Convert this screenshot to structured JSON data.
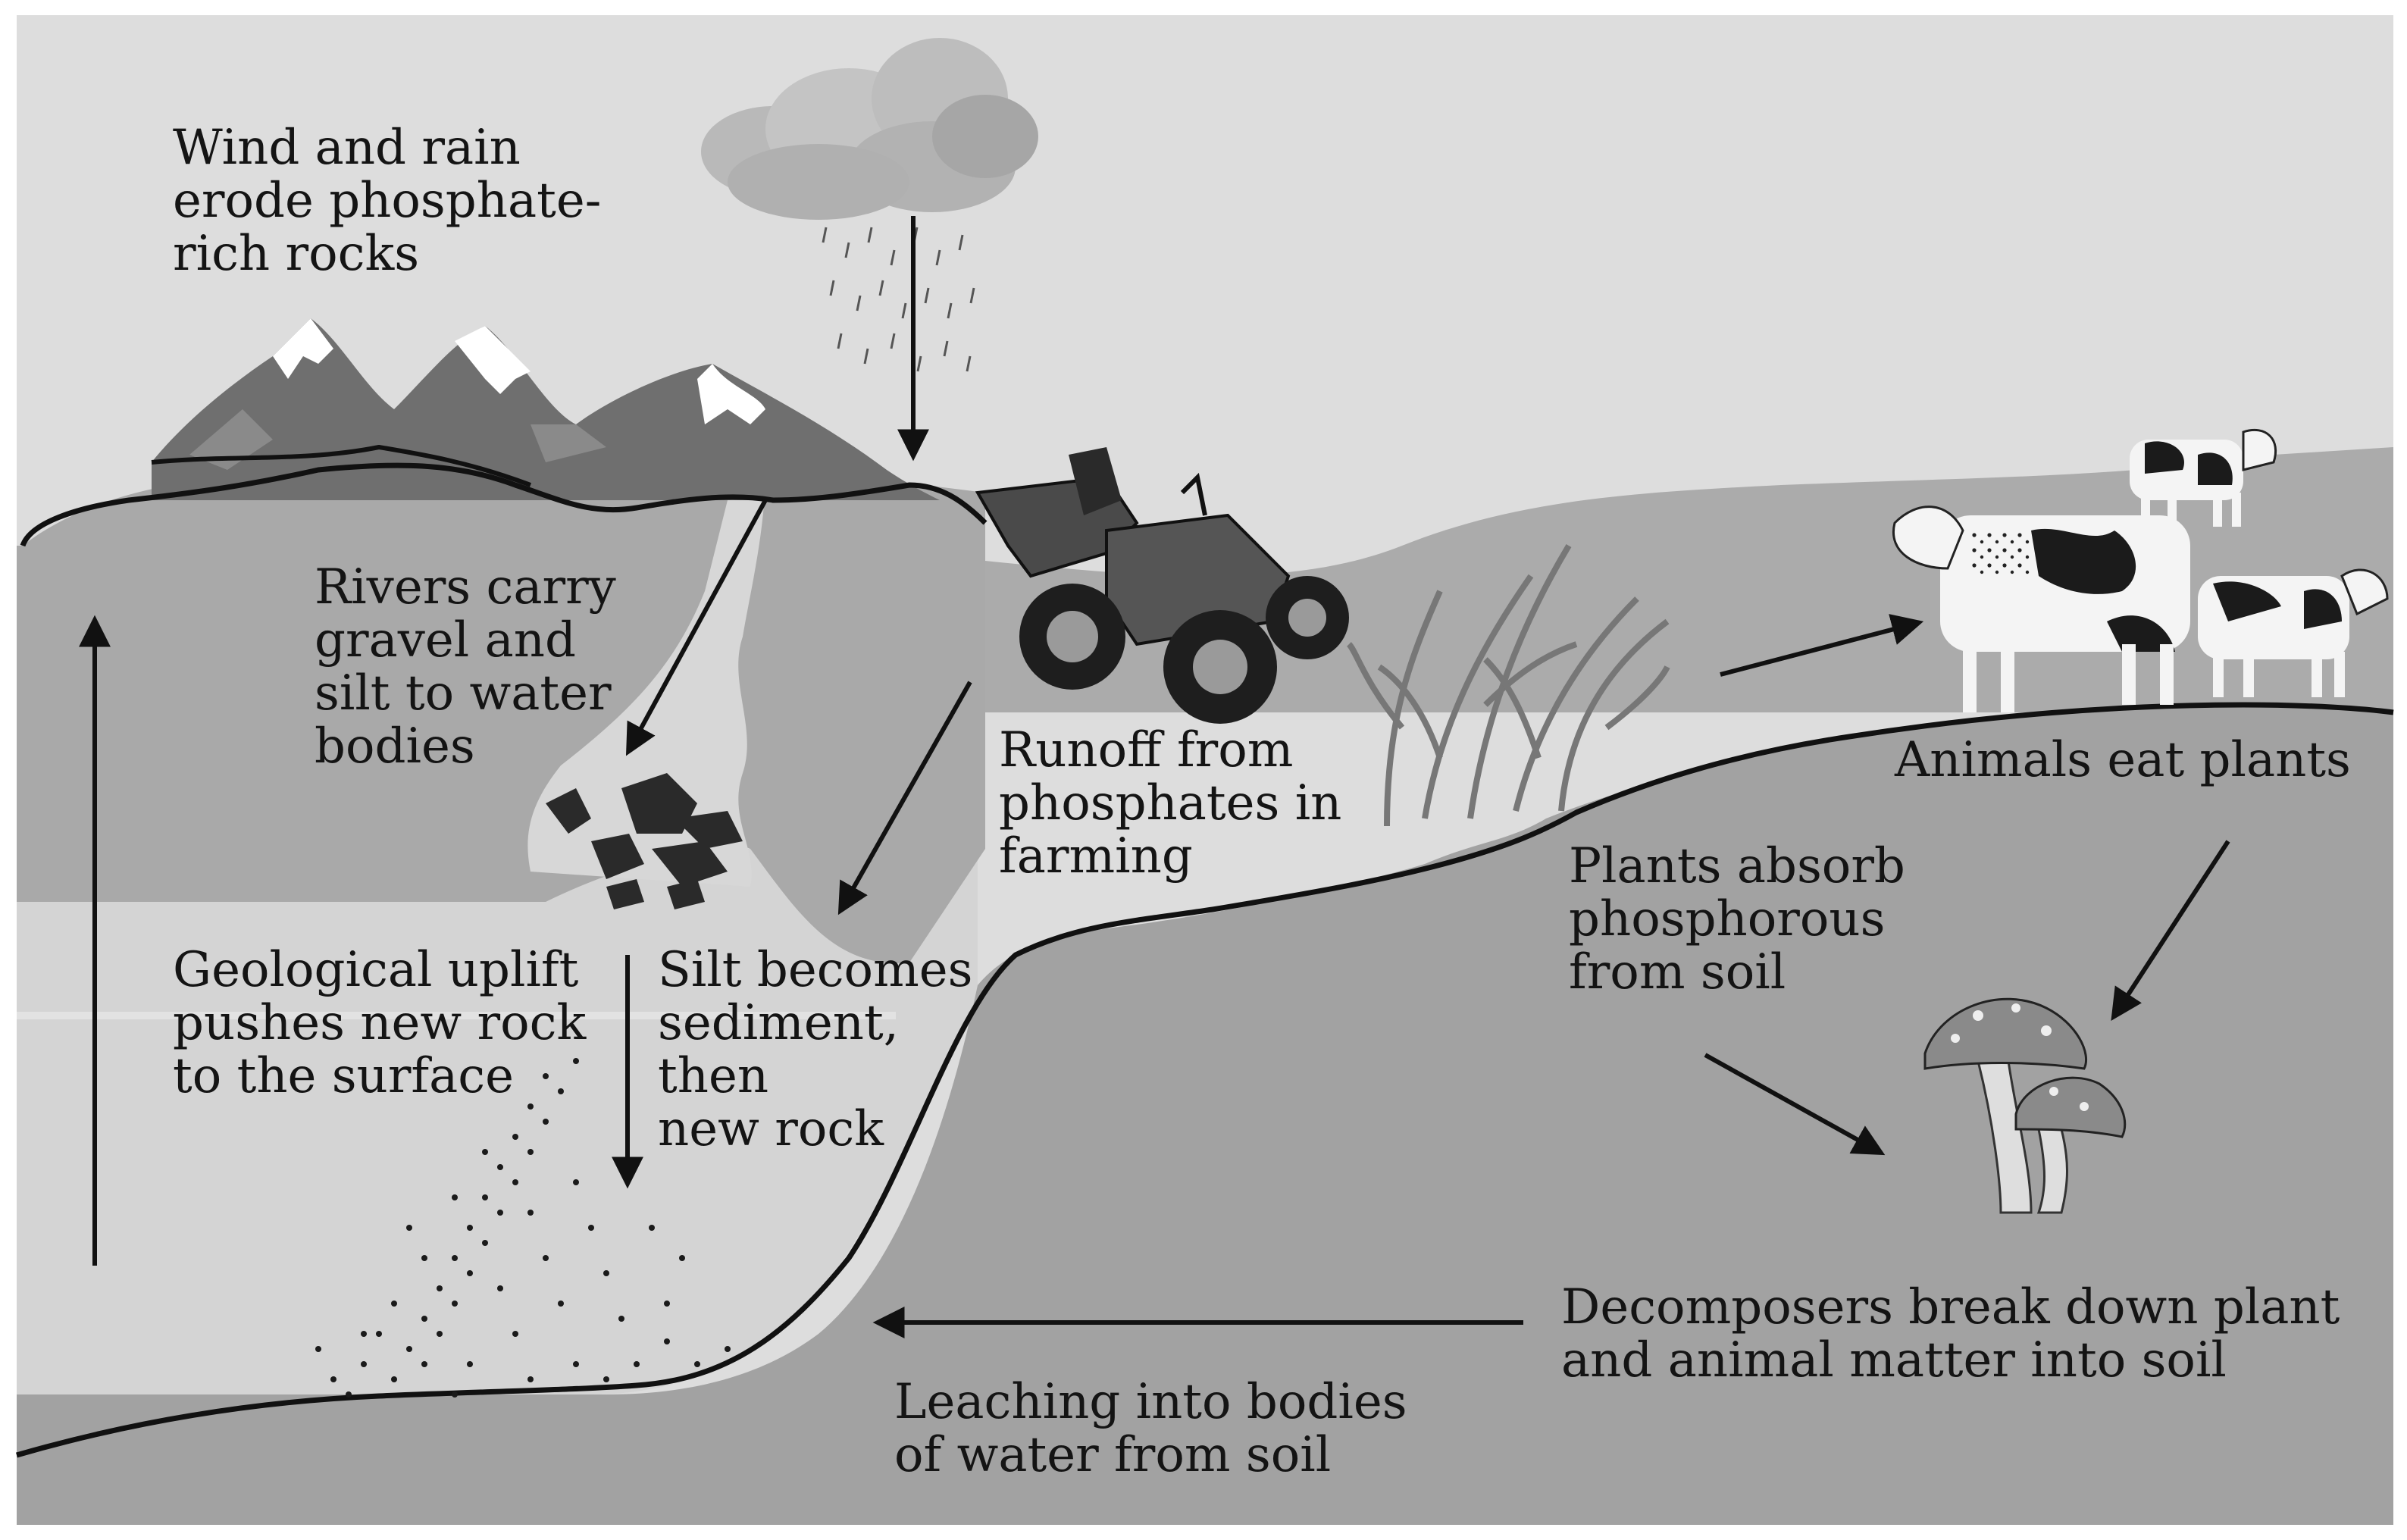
{
  "labels": {
    "wind_rain": [
      "Wind and rain",
      "erode phosphate-",
      "rich rocks"
    ],
    "rivers": [
      "Rivers carry",
      "gravel and",
      "silt to water",
      "bodies"
    ],
    "runoff": [
      "Runoff from",
      "phosphates in",
      "farming"
    ],
    "animals": [
      "Animals eat plants"
    ],
    "plants": [
      "Plants absorb",
      "phosphorous",
      "from soil"
    ],
    "uplift": [
      "Geological uplift",
      "pushes new rock",
      "to the surface"
    ],
    "silt": [
      "Silt becomes",
      "sediment,",
      "then",
      "new rock"
    ],
    "decomposers": [
      "Decomposers break down plant",
      "and animal matter into soil"
    ],
    "leaching": [
      "Leaching into bodies",
      "of water from soil"
    ]
  },
  "icons": [
    "cloud-icon",
    "rain-icon",
    "mountains-icon",
    "tractor-icon",
    "corn-plants-icon",
    "cow-icon",
    "mushroom-icon",
    "rocks-icon",
    "sediment-icon"
  ],
  "colors": {
    "sky": "#dddddd",
    "upper_land": "#ababab",
    "lower_land": "#a2a2a2",
    "water": "#d4d4d4",
    "line": "#111111"
  }
}
